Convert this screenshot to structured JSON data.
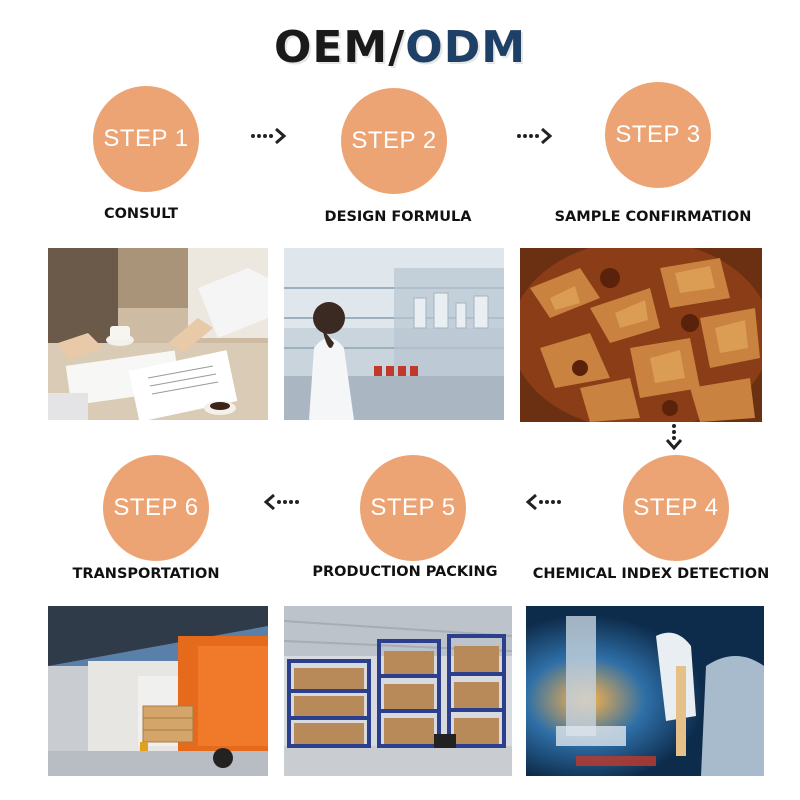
{
  "title": {
    "part1": "OEM/",
    "part2": "ODM"
  },
  "colors": {
    "circle": "#eda474",
    "title_dark": "#1a1a1a",
    "title_accent": "#1e3f66"
  },
  "steps": [
    {
      "badge": "STEP 1",
      "label": "CONSULT",
      "photo": "business-consultation-photo"
    },
    {
      "badge": "STEP 2",
      "label": "DESIGN FORMULA",
      "photo": "laboratory-photo"
    },
    {
      "badge": "STEP 3",
      "label": "SAMPLE CONFIRMATION",
      "photo": "food-sample-photo"
    },
    {
      "badge": "STEP 4",
      "label": "CHEMICAL INDEX DETECTION",
      "photo": "microscope-lab-photo"
    },
    {
      "badge": "STEP 5",
      "label": "PRODUCTION PACKING",
      "photo": "warehouse-photo"
    },
    {
      "badge": "STEP 6",
      "label": "TRANSPORTATION",
      "photo": "truck-loading-photo"
    }
  ]
}
